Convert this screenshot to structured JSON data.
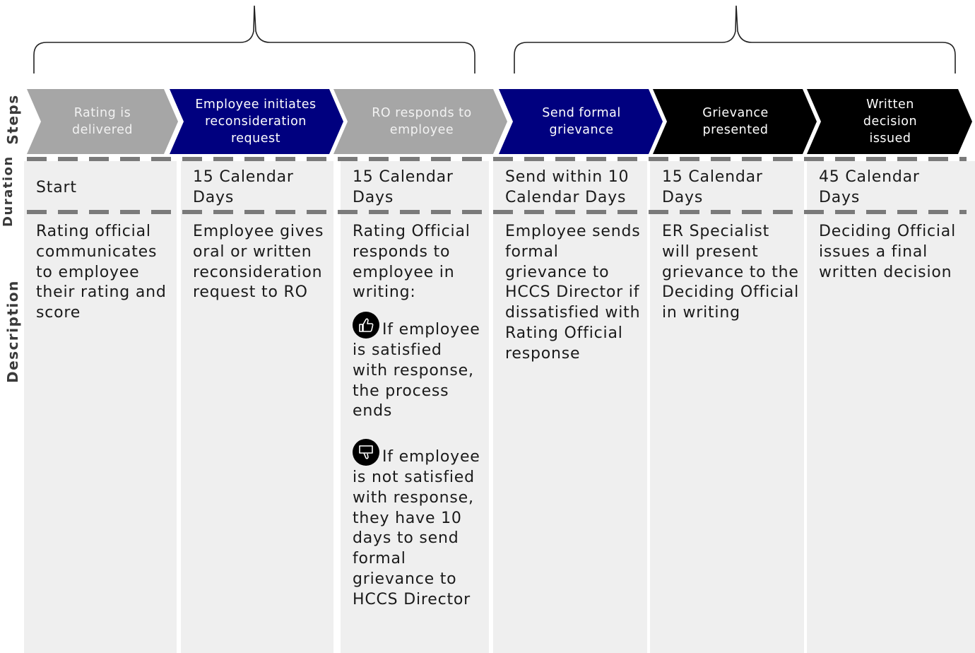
{
  "row_labels": {
    "steps": "Steps",
    "duration": "Duration",
    "description": "Description"
  },
  "steps": [
    {
      "label": "Rating is delivered",
      "color": "#a6a6a6"
    },
    {
      "label": "Employee initiates reconsideration request",
      "color": "#00007f"
    },
    {
      "label": "RO responds to employee",
      "color": "#a6a6a6"
    },
    {
      "label": "Send formal grievance",
      "color": "#00007f"
    },
    {
      "label": "Grievance presented",
      "color": "#000000"
    },
    {
      "label": "Written decision issued",
      "color": "#000000"
    }
  ],
  "durations": [
    "Start",
    "15 Calendar Days",
    "15 Calendar Days",
    "Send within 10 Calendar Days",
    "15 Calendar Days",
    "45 Calendar Days"
  ],
  "descriptions": [
    "Rating official communicates to employee their rating and score",
    "Employee gives oral or written reconsideration request to RO",
    "Rating Official responds to employee in writing:",
    "Employee sends formal grievance to HCCS Director if dissatisfied with Rating Official response",
    "ER Specialist will present grievance to the Deciding Official in writing",
    "Deciding Official issues a final written decision"
  ],
  "outcomes": {
    "satisfied": {
      "icon": "thumbs-up-icon",
      "text": "If employee is satisfied with response, the process ends"
    },
    "not_satisfied": {
      "icon": "thumbs-down-icon",
      "text": "If employee is not satisfied with response, they have 10 days to send formal grievance to HCCS Director"
    }
  }
}
